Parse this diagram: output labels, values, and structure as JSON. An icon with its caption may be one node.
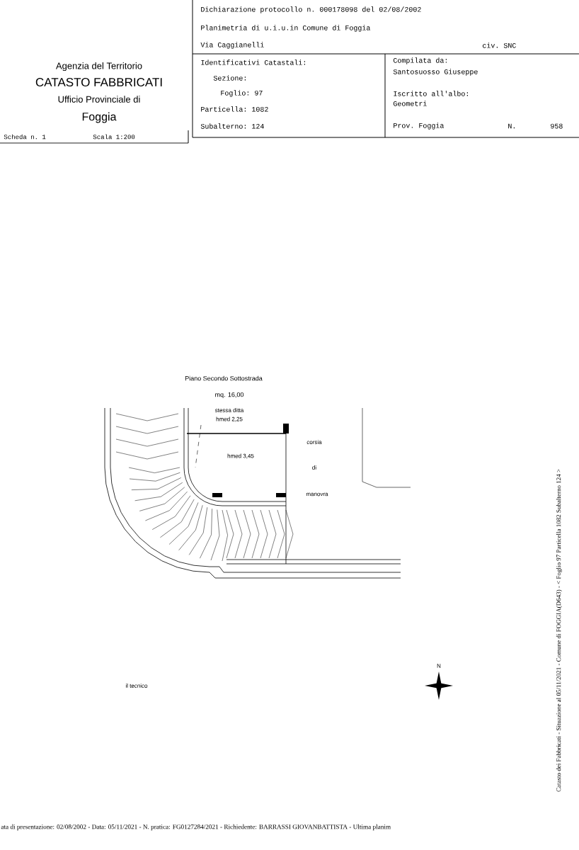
{
  "diagram": {
    "labels": [
      "Agenzia del Territorio",
      "CATASTO FABBRICATI",
      "Ufficio Provinciale di",
      "Foggia",
      "Dichiarazione protocollo n. 000178098 del 02/08/2002",
      "Planimetria di u.i.u.in Comune di Foggia",
      "Via Caggianelli",
      "civ. SNC",
      "Identificativi Catastali:",
      "Sezione:",
      "Foglio: 97",
      "Particella: 1082",
      "Subalterno: 124",
      "Compilata da:",
      "Santosuosso Giuseppe",
      "Iscritto all'albo:",
      "Geometri",
      "Prov. Foggia",
      "N.",
      "958",
      "Scheda n. 1",
      "Scala 1:200",
      "Piano Secondo Sottostrada",
      "mq. 16,00",
      "hmed 2,25",
      "stessa ditta",
      "hmed 3,45",
      "corsia",
      "di",
      "manovra",
      "il tecnico",
      "N",
      "Catasto dei Fabbricati - Situazione al 05/11/2021 - Comune di FOGGIA(D643) - < Foglio 97 Particella 1082 Subalterno 124 >",
      "ata di presentazione: 02/08/2002 - Data: 05/11/2021 - N. pratica: FG0127284/2021 - Richiedente: BARRASSI GIOVANBATTISTA - Ultima planim"
    ]
  }
}
